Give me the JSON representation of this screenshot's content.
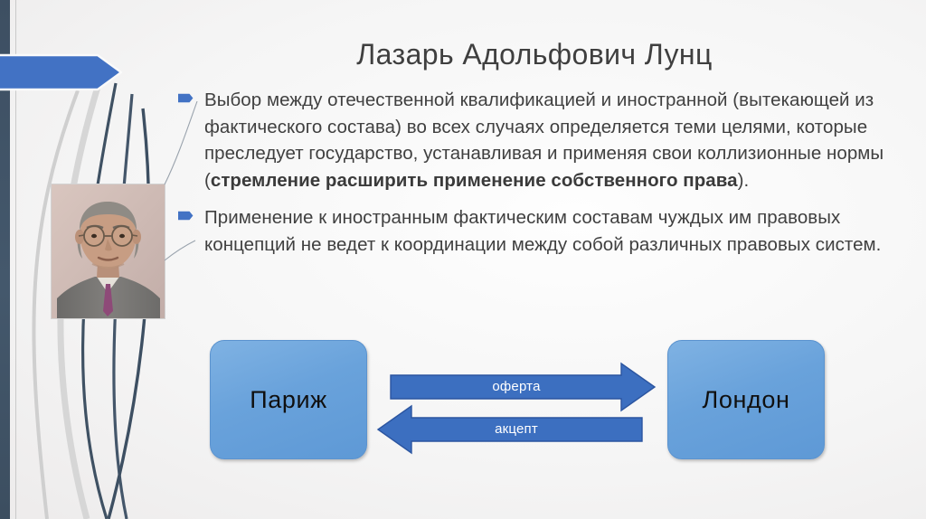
{
  "slide": {
    "title": "Лазарь Адольфович Лунц",
    "colors": {
      "accent_blue": "#4272c4",
      "node_blue": "#69a2db",
      "arrow_blue": "#3c6fc0",
      "edge_bar": "#3f5163",
      "body_text": "#404040",
      "background": "#efeded"
    }
  },
  "bullets": [
    {
      "icon": "blue-pennant-bullet",
      "text_lead": "Выбор между отечественной квалификацией и иностранной (вытекающей из фактического состава) во всех случаях определяется теми целями, которые преследует государство, устанавливая и применяя свои коллизионные нормы (",
      "text_bold": "стремление расширить применение собственного права",
      "text_tail": ")."
    },
    {
      "icon": "blue-pennant-bullet",
      "text_lead": "Применение к иностранным фактическим составам чуждых им правовых концепций не ведет к координации между собой различных правовых систем.",
      "text_bold": "",
      "text_tail": ""
    }
  ],
  "portrait": {
    "alt": "Портрет Л. А. Лунца"
  },
  "diagram": {
    "nodes": [
      {
        "id": "paris",
        "label": "Париж"
      },
      {
        "id": "london",
        "label": "Лондон"
      }
    ],
    "arrows": [
      {
        "id": "oferta",
        "label": "оферта",
        "direction": "right",
        "from": "Париж",
        "to": "Лондон"
      },
      {
        "id": "akcept",
        "label": "акцепт",
        "direction": "left",
        "from": "Лондон",
        "to": "Париж"
      }
    ]
  }
}
